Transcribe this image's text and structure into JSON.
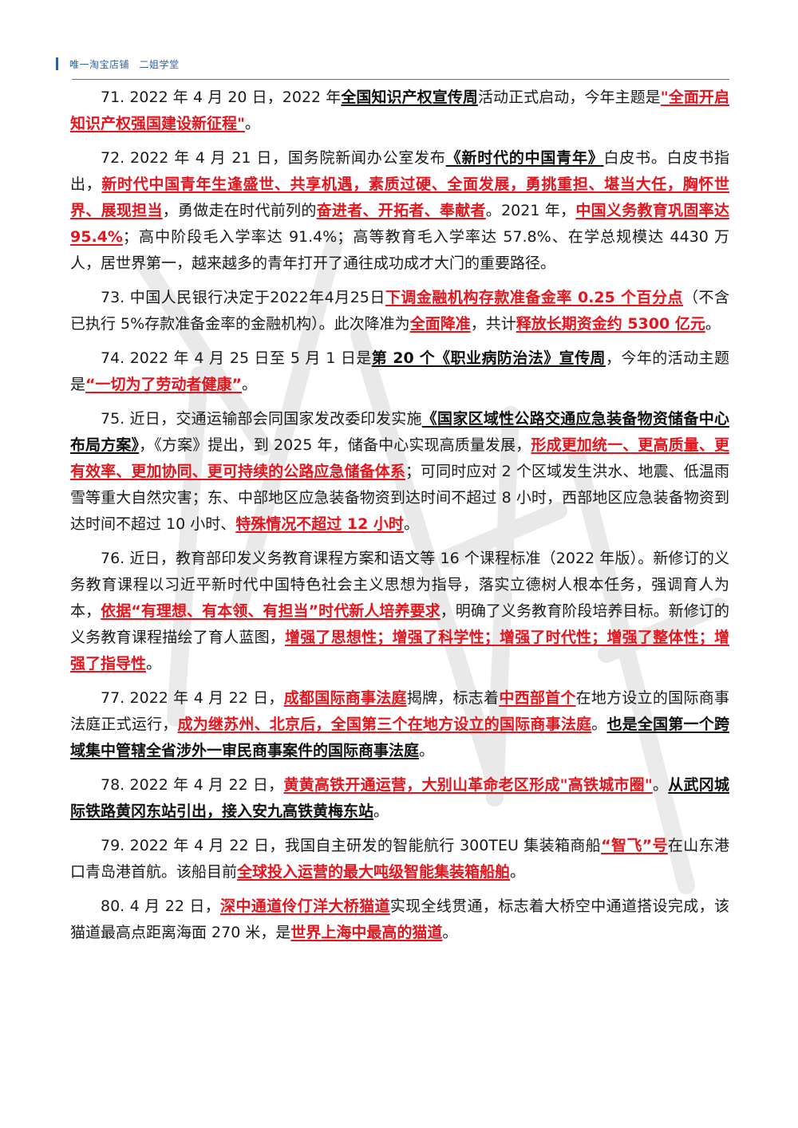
{
  "header": {
    "text": "唯一淘宝店铺　二姐学堂"
  },
  "paragraphs": [
    {
      "segments": [
        {
          "t": "71. 2022 年 4 月 20 日，2022 年",
          "s": "n"
        },
        {
          "t": "全国知识产权宣传周",
          "s": "k"
        },
        {
          "t": "活动正式启动，今年主题是",
          "s": "n"
        },
        {
          "t": "\"全面开启知识产权强国建设新征程\"",
          "s": "r"
        },
        {
          "t": "。",
          "s": "n"
        }
      ]
    },
    {
      "segments": [
        {
          "t": "72. 2022 年 4 月 21 日，国务院新闻办公室发布",
          "s": "n"
        },
        {
          "t": "《新时代的中国青年》",
          "s": "k"
        },
        {
          "t": "白皮书。白皮书指出，",
          "s": "n"
        },
        {
          "t": "新时代中国青年生逢盛世、共享机遇，素质过硬、全面发展，勇挑重担、堪当大任，胸怀世界、展现担当",
          "s": "r"
        },
        {
          "t": "，勇做走在时代前列的",
          "s": "n"
        },
        {
          "t": "奋进者、开拓者、奉献者",
          "s": "r"
        },
        {
          "t": "。2021 年，",
          "s": "n"
        },
        {
          "t": "中国义务教育巩固率达 95.4%",
          "s": "r"
        },
        {
          "t": "；高中阶段毛入学率达 91.4%；高等教育毛入学率达 57.8%、在学总规模达 4430 万人，居世界第一，越来越多的青年打开了通往成功成才大门的重要路径。",
          "s": "n"
        }
      ]
    },
    {
      "segments": [
        {
          "t": "73.  中国人民银行决定于2022年4月25日",
          "s": "n"
        },
        {
          "t": "下调金融机构存款准备金率 0.25 个百分点",
          "s": "r"
        },
        {
          "t": "（不含已执行 5%存款准备金率的金融机构）。此次降准为",
          "s": "n"
        },
        {
          "t": "全面降准",
          "s": "r"
        },
        {
          "t": "，共计",
          "s": "n"
        },
        {
          "t": "释放长期资金约 5300 亿元",
          "s": "r"
        },
        {
          "t": "。",
          "s": "n"
        }
      ]
    },
    {
      "segments": [
        {
          "t": "74. 2022 年 4 月 25 日至 5 月 1 日是",
          "s": "n"
        },
        {
          "t": "第 20 个《职业病防治法》宣传周",
          "s": "k"
        },
        {
          "t": "，今年的活动主题是",
          "s": "n"
        },
        {
          "t": "“一切为了劳动者健康”",
          "s": "r"
        },
        {
          "t": "。",
          "s": "n"
        }
      ]
    },
    {
      "segments": [
        {
          "t": "75. 近日，交通运输部会同国家发改委印发实施",
          "s": "n"
        },
        {
          "t": "《国家区域性公路交通应急装备物资储备中心布局方案》",
          "s": "k"
        },
        {
          "t": "，《方案》提出，到 2025 年，储备中心实现高质量发展，",
          "s": "n"
        },
        {
          "t": "形成更加统一、更高质量、更有效率、更加协同、更可持续的公路应急储备体系",
          "s": "r"
        },
        {
          "t": "；可同时应对 2 个区域发生洪水、地震、低温雨雪等重大自然灾害；东、中部地区应急装备物资到达时间不超过 8 小时，西部地区应急装备物资到达时间不超过 10 小时、",
          "s": "n"
        },
        {
          "t": "特殊情况不超过 12 小时",
          "s": "r"
        },
        {
          "t": "。",
          "s": "n"
        }
      ]
    },
    {
      "segments": [
        {
          "t": "76. 近日，教育部印发义务教育课程方案和语文等 16 个课程标准（2022 年版）。新修订的义务教育课程以习近平新时代中国特色社会主义思想为指导，落实立德树人根本任务，强调育人为本，",
          "s": "n"
        },
        {
          "t": "依据“有理想、有本领、有担当”时代新人培养要求",
          "s": "r"
        },
        {
          "t": "，明确了义务教育阶段培养目标。新修订的义务教育课程描绘了育人蓝图，",
          "s": "n"
        },
        {
          "t": "增强了思想性；增强了科学性；增强了时代性；增强了整体性；增强了指导性",
          "s": "r"
        },
        {
          "t": "。",
          "s": "n"
        }
      ]
    },
    {
      "segments": [
        {
          "t": "77. 2022 年 4 月 22 日，",
          "s": "n"
        },
        {
          "t": "成都国际商事法庭",
          "s": "r"
        },
        {
          "t": "揭牌，标志着",
          "s": "n"
        },
        {
          "t": "中西部首个",
          "s": "r"
        },
        {
          "t": "在地方设立的国际商事法庭正式运行，",
          "s": "n"
        },
        {
          "t": "成为继苏州、北京后，全国第三个在地方设立的国际商事法庭",
          "s": "r"
        },
        {
          "t": "。",
          "s": "n"
        },
        {
          "t": "也是全国第一个跨域集中管辖全省涉外一审民商事案件的国际商事法庭",
          "s": "k"
        },
        {
          "t": "。",
          "s": "n"
        }
      ]
    },
    {
      "segments": [
        {
          "t": "78. 2022 年 4 月 22 日，",
          "s": "n"
        },
        {
          "t": "黄黄高铁开通运营，大别山革命老区形成\"高铁城市圈\"",
          "s": "r"
        },
        {
          "t": "。",
          "s": "n"
        },
        {
          "t": "从武冈城际铁路黄冈东站引出，接入安九高铁黄梅东站",
          "s": "k"
        },
        {
          "t": "。",
          "s": "n"
        }
      ]
    },
    {
      "segments": [
        {
          "t": "79. 2022 年 4 月 22 日，我国自主研发的智能航行 300TEU 集装箱商船",
          "s": "n"
        },
        {
          "t": "“智飞”号",
          "s": "r"
        },
        {
          "t": "在山东港口青岛港首航。该船目前",
          "s": "n"
        },
        {
          "t": "全球投入运营的最大吨级智能集装箱船舶",
          "s": "r"
        },
        {
          "t": "。",
          "s": "n"
        }
      ]
    },
    {
      "segments": [
        {
          "t": "80. 4 月 22 日，",
          "s": "n"
        },
        {
          "t": "深中通道伶仃洋大桥猫道",
          "s": "r"
        },
        {
          "t": "实现全线贯通，标志着大桥空中通道搭设完成，该猫道最高点距离海面 270 米，是",
          "s": "n"
        },
        {
          "t": "世界上海中最高的猫道",
          "s": "r"
        },
        {
          "t": "。",
          "s": "n"
        }
      ]
    }
  ]
}
